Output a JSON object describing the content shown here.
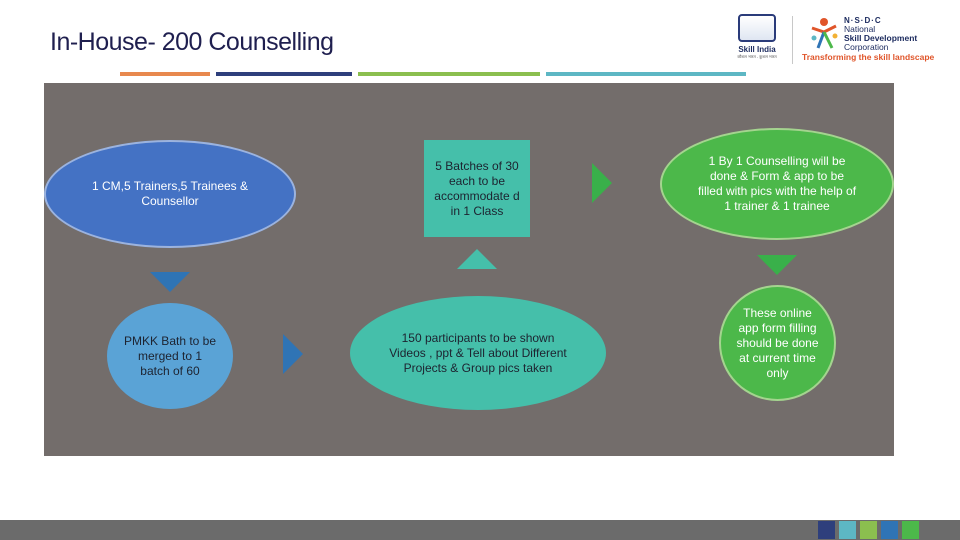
{
  "header": {
    "title": "In-House- 200 Counselling",
    "color_bars": [
      "#e8894e",
      "#2e3f7c",
      "#8bbf4f",
      "#5db7c4"
    ]
  },
  "logos": {
    "skill_india_name": "Skill India",
    "skill_india_tagline": "कौशल भारत - कुशल भारत",
    "nsdc_acronym": "N·S·D·C",
    "nsdc_line1": "National",
    "nsdc_line2": "Skill Development",
    "nsdc_line3": "Corporation",
    "tagline": "Transforming the skill landscape"
  },
  "flow": {
    "node1": "1 CM,5 Trainers,5 Trainees & Counsellor",
    "node2": "PMKK Bath to be merged to 1 batch of 60",
    "node3": "150 participants to be shown Videos , ppt & Tell about Different Projects & Group pics taken",
    "node4": "5 Batches of 30 each to be accommodate d in 1 Class",
    "node5": "1 By 1 Counselling will be done & Form & app to be filled with pics with the help of 1 trainer & 1 trainee",
    "node6": "These online app form filling should be done at current time only"
  },
  "colors": {
    "panel": "#736d6b",
    "blue": "#4472c4",
    "light_blue": "#5aa3d6",
    "teal": "#45bfaa",
    "green": "#4cb84a",
    "arrow_blue": "#2f74b5",
    "arrow_green": "#39b04a"
  },
  "footer_squares": [
    "#2e3f7c",
    "#5db7c4",
    "#8bbf4f",
    "#2f74b5",
    "#4cb84a"
  ]
}
